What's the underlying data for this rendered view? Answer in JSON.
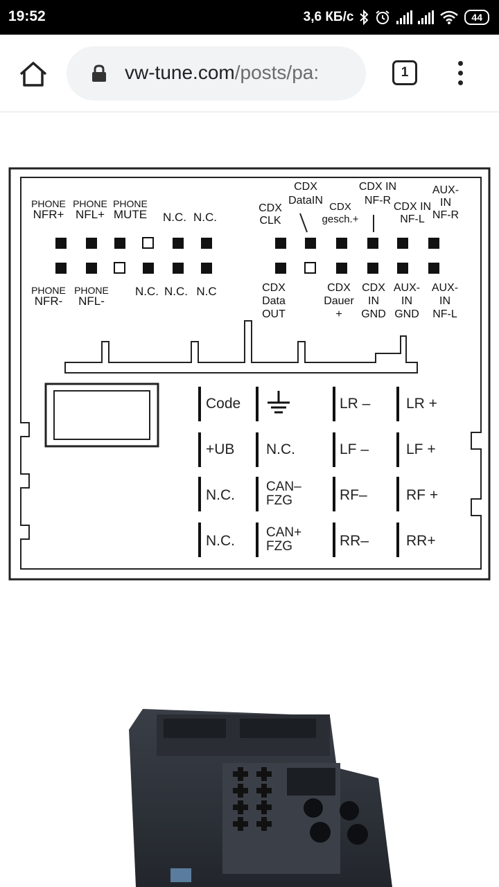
{
  "status_bar": {
    "time": "19:52",
    "network_speed": "3,6 КБ/с",
    "battery": "44"
  },
  "browser": {
    "url_host": "vw-tune.com",
    "url_path": "/posts/pa:",
    "tab_count": "1"
  },
  "pinout": {
    "left_top_labels": [
      {
        "line1": "PHONE",
        "line2": "NFR+"
      },
      {
        "line1": "PHONE",
        "line2": "NFL+"
      },
      {
        "line1": "PHONE",
        "line2": "MUTE"
      },
      {
        "line1": "",
        "line2": "N.C."
      },
      {
        "line1": "",
        "line2": "N.C."
      }
    ],
    "left_bottom_labels": [
      {
        "line1": "PHONE",
        "line2": "NFR-"
      },
      {
        "line1": "PHONE",
        "line2": "NFL-"
      },
      {
        "line1": "N.C.",
        "line2": ""
      },
      {
        "line1": "N.C.",
        "line2": ""
      },
      {
        "line1": "N.C",
        "line2": ""
      }
    ],
    "right_top_labels": [
      {
        "text": "CDX\nCLK"
      },
      {
        "text": "CDX\nDataIN"
      },
      {
        "text": "CDX\ngesch.+"
      },
      {
        "text": "CDX IN\nNF-R"
      },
      {
        "text": "CDX IN\nNF-L"
      },
      {
        "text": "AUX-\nIN\nNF-R"
      }
    ],
    "right_bottom_labels": [
      {
        "text": "CDX\nData\nOUT"
      },
      {
        "text": "CDX\nDauer\n+"
      },
      {
        "text": "CDX\nIN\nGND"
      },
      {
        "text": "AUX-\nIN\nGND"
      },
      {
        "text": "AUX-\nIN\nNF-L"
      }
    ],
    "power_pins": [
      [
        "Code",
        "GND",
        "LR –",
        "LR +"
      ],
      [
        "+UB",
        "N.C.",
        "LF –",
        "LF +"
      ],
      [
        "N.C.",
        "CAN–\nFZG",
        "RF–",
        "RF +"
      ],
      [
        "N.C.",
        "CAN+\nFZG",
        "RR–",
        "RR+"
      ]
    ]
  }
}
